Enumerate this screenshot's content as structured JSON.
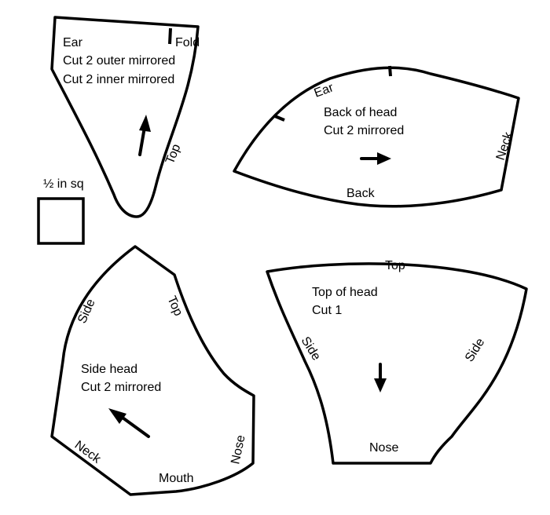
{
  "scale": {
    "label": "½ in sq"
  },
  "ear": {
    "title": "Ear",
    "line1": "Cut 2 outer mirrored",
    "line2": "Cut 2 inner mirrored",
    "fold": "Fold",
    "top": "Top"
  },
  "back_of_head": {
    "title": "Back of head",
    "line1": "Cut 2 mirrored",
    "ear": "Ear",
    "neck": "Neck",
    "back": "Back"
  },
  "side_head": {
    "title": "Side head",
    "line1": "Cut 2 mirrored",
    "side": "Side",
    "top": "Top",
    "neck": "Neck",
    "mouth": "Mouth",
    "nose": "Nose"
  },
  "top_of_head": {
    "title": "Top of head",
    "line1": "Cut 1",
    "top": "Top",
    "side_left": "Side",
    "side_right": "Side",
    "nose": "Nose"
  }
}
